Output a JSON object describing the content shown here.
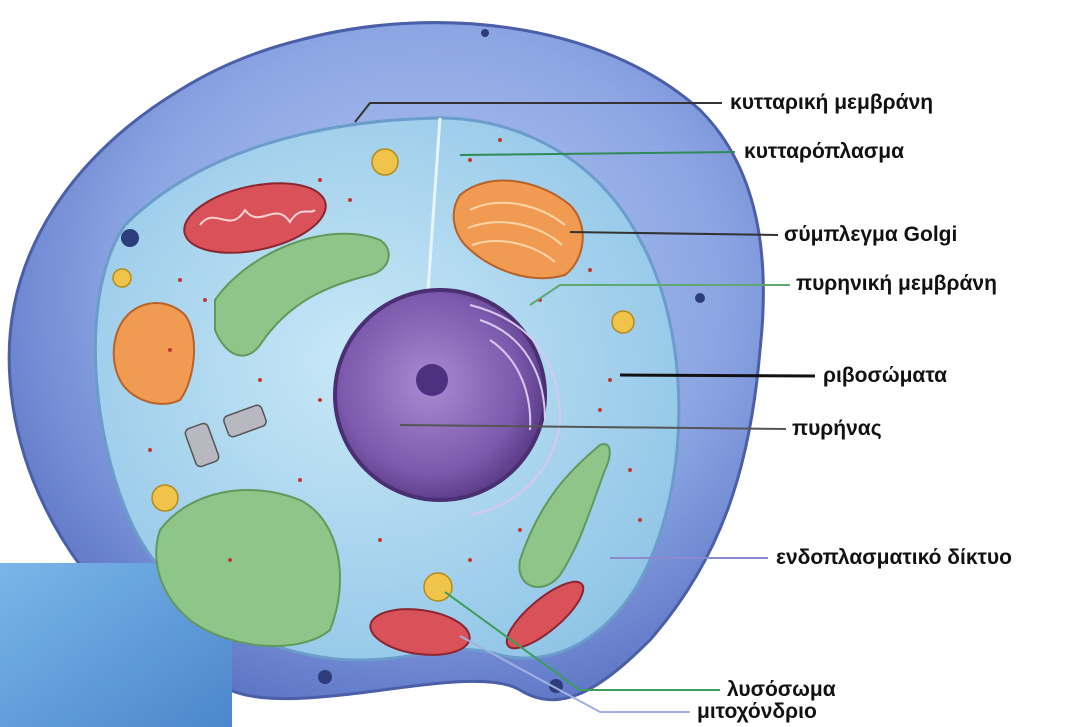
{
  "labels": {
    "cell_membrane": "κυτταρική μεμβράνη",
    "cytoplasm": "κυτταρόπλασμα",
    "golgi": "σύμπλεγμα Golgi",
    "nuclear_membrane": "πυρηνική μεμβράνη",
    "ribosomes": "ριβοσώματα",
    "nucleus": "πυρήνας",
    "endoplasmic_reticulum": "ενδοπλασματικό δίκτυο",
    "lysosome": "λυσόσωμα",
    "mitochondrion": "μιτοχόνδριο"
  },
  "colors": {
    "cell_outer": "#6f8fd6",
    "cytoplasm": "#a9d6ee",
    "nucleus": "#7d58a8",
    "golgi": "#e8914a",
    "er": "#8fbf86",
    "mitochondrion": "#d9525a",
    "lysosome": "#f0c44a",
    "ribosome": "#c0392b"
  }
}
